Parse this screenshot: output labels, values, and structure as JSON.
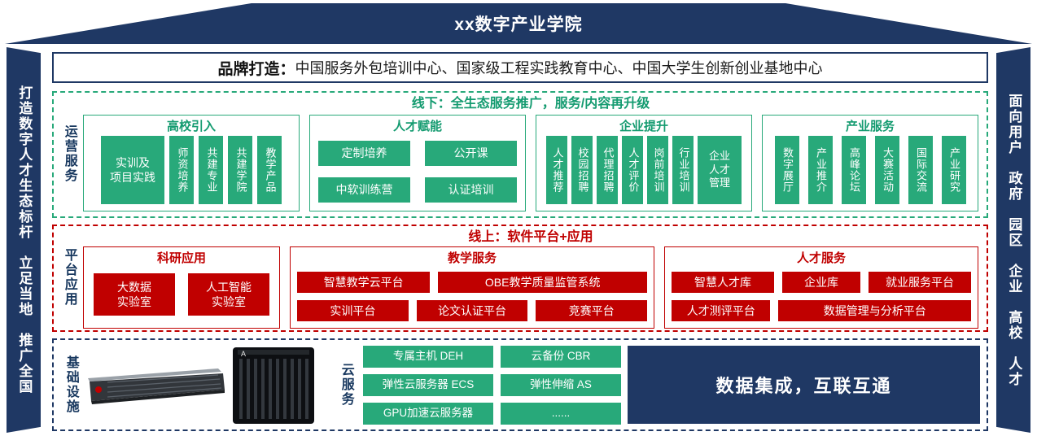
{
  "banner": {
    "title": "xx数字产业学院"
  },
  "sidebars": {
    "left": "打造数字人才生态标杆　立足当地　推广全国",
    "right": "面向用户　政府　园区　企业　高校　人才"
  },
  "brand": {
    "label": "品牌打造：",
    "text": "中国服务外包培训中心、国家级工程实践教育中心、中国大学生创新创业基地中心"
  },
  "operations": {
    "label": "运营服务",
    "title": "线下：全生态服务推广，服务/内容再升级",
    "groups": [
      {
        "title": "高校引入",
        "items": [
          "实训及\n项目实践",
          "师资培养",
          "共建专业",
          "共建学院",
          "教学产品"
        ]
      },
      {
        "title": "人才赋能",
        "items": [
          "定制培养",
          "公开课",
          "中软训练营",
          "认证培训"
        ]
      },
      {
        "title": "企业提升",
        "items": [
          "人才推荐",
          "校园招聘",
          "代理招聘",
          "人才评价",
          "岗前培训",
          "行业培训",
          "企业\n人才\n管理"
        ]
      },
      {
        "title": "产业服务",
        "items": [
          "数字展厅",
          "产业推介",
          "高峰论坛",
          "大赛活动",
          "国际交流",
          "产业研究"
        ]
      }
    ]
  },
  "platform": {
    "label": "平台应用",
    "title": "线上：软件平台+应用",
    "groups": [
      {
        "title": "科研应用",
        "items": [
          "大数据\n实验室",
          "人工智能\n实验室"
        ]
      },
      {
        "title": "教学服务",
        "items": [
          "智慧教学云平台",
          "OBE教学质量监管系统",
          "实训平台",
          "论文认证平台",
          "竞赛平台"
        ]
      },
      {
        "title": "人才服务",
        "items": [
          "智慧人才库",
          "企业库",
          "就业服务平台",
          "人才测评平台",
          "数据管理与分析平台"
        ]
      }
    ]
  },
  "infrastructure": {
    "label": "基础设施",
    "cloud_label": "云服务",
    "services": [
      "专属主机 DEH",
      "云备份 CBR",
      "弹性云服务器 ECS",
      "弹性伸缩 AS",
      "GPU加速云服务器",
      "......"
    ],
    "data_box": "数据集成，互联互通"
  },
  "colors": {
    "navy": "#1F3864",
    "green": "#28A97A",
    "red": "#C00000"
  }
}
